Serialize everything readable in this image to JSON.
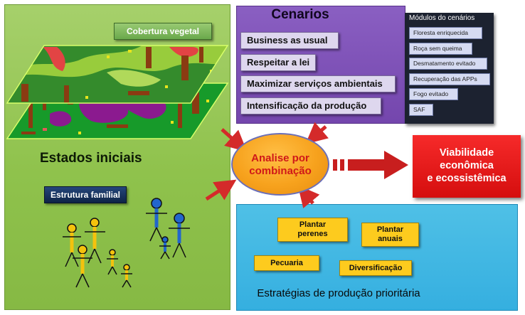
{
  "left_panel": {
    "cobertura_label": "Cobertura vegetal",
    "estados_label": "Estados iniciais",
    "estrutura_label": "Estrutura familial"
  },
  "cenarios": {
    "title": "Cenarios",
    "items": [
      "Business as usual",
      "Respeitar a lei",
      "Maximizar serviços ambientais",
      "Intensificação da produção"
    ]
  },
  "modulos": {
    "title": "Módulos do cenários",
    "items": [
      "Floresta enriquecida",
      "Roça sem queima",
      "Desmatamento evitado",
      "Recuperação das APPs",
      "Fogo evitado",
      "SAF"
    ]
  },
  "center": {
    "line1": "Analise por",
    "line2": "combinação"
  },
  "result": {
    "line1": "Viabilidade",
    "line2": "econômica",
    "line3": "e ecossistêmica"
  },
  "estrategias": {
    "title": "Estratégias de produção prioritária",
    "items": {
      "perenes_line1": "Plantar",
      "perenes_line2": "perenes",
      "anuais_line1": "Plantar",
      "anuais_line2": "anuais",
      "pecuaria": "Pecuaria",
      "diversificacao": "Diversificação"
    }
  },
  "colors": {
    "left_green": "#8fc24c",
    "cenarios_purple": "#7446ad",
    "modulos_dark": "#1c2230",
    "result_red": "#e01414",
    "estrategias_blue": "#35afe0",
    "strategy_yellow": "#fdcb1e",
    "figure_yellow": "#f4c20d",
    "figure_blue": "#2266cc"
  }
}
